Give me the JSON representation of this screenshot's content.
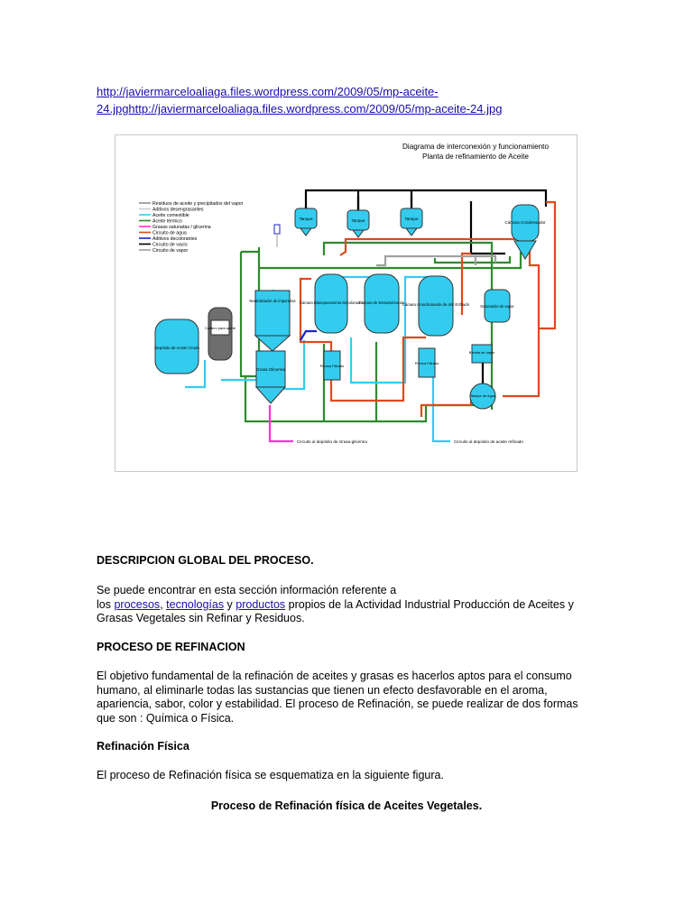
{
  "source_link": {
    "line1": "http://javiermarceloaliaga.files.wordpress.com/2009/05/mp-aceite-",
    "line2": "24.jpghttp://javiermarceloaliaga.files.wordpress.com/2009/05/mp-aceite-24.jpg"
  },
  "diagram": {
    "title_line1": "Diagrama de interconexión y funcionamiento",
    "title_line2": "Planta de refinamiento de Aceite",
    "legend": [
      {
        "label": "Residuos de aceite y precipitados del vapor",
        "color": "#909090"
      },
      {
        "label": "Aditivos desengrasantes",
        "color": "#cfcfcf"
      },
      {
        "label": "Aceite comestible",
        "color": "#33ccee"
      },
      {
        "label": "Aceite térmico",
        "color": "#2e8b2e"
      },
      {
        "label": "Grasas saturadas / glicerina",
        "color": "#ff33cc"
      },
      {
        "label": "Circuito de agua",
        "color": "#dd4a1e"
      },
      {
        "label": "Aditivos decolorantes",
        "color": "#1a22cc"
      },
      {
        "label": "Circuito de vacío",
        "color": "#000000"
      },
      {
        "label": "Circuito de vapor",
        "color": "#a0a0a0"
      }
    ],
    "tank_label": "Tanque",
    "equipment": {
      "crude_deposit": "Depósito de Aceite Crudo",
      "heater": "Caldero para aceite",
      "neutralizer": "Neutralizador de impurezas",
      "fat_tank": "Grasa Glicerina",
      "bleaching": "Cámara Blanqueamiento Decolorador",
      "deodorizer": "Cámara de Desodorización",
      "conditioning": "Cámara Acondicionado de olor Enfriado",
      "condenser": "Cámara Condensador",
      "steam_generator": "Generador de vapor",
      "press_filter_1": "Prensa Filtrado",
      "press_filter_2": "Prensa Filtrado",
      "steam_pump": "Bomba de vapor",
      "water_tank": "Tanque de Agua"
    },
    "outputs": {
      "fat_circuit": "Circuito al depósito de Grasa-glicerina",
      "oil_circuit": "Circuito al depósito de aceite refinado"
    }
  },
  "sections": {
    "h1": "DESCRIPCION GLOBAL DEL PROCESO.",
    "p1_line1": "Se puede encontrar en esta sección información referente a",
    "p1_pre": "los ",
    "p1_link1": "procesos",
    "p1_sep1": ", ",
    "p1_link2": "tecnologías",
    "p1_sep2": " y ",
    "p1_link3": "productos",
    "p1_post": " propios de la Actividad Industrial Producción de Aceites y Grasas Vegetales sin Refinar y Residuos.",
    "h2": "PROCESO DE REFINACION",
    "p2": "El objetivo fundamental de la refinación de aceites y grasas es hacerlos aptos para el consumo humano, al eliminarle todas las sustancias que tienen un efecto desfavorable en el aroma, apariencia, sabor, color y estabilidad. El proceso de Refinación, se puede realizar de dos formas que son : Química o Física.",
    "h3": "Refinación Física",
    "p3": "El proceso de Refinación física se esquematiza en la siguiente figura.",
    "caption": "Proceso de Refinación física de Aceites Vegetales."
  }
}
